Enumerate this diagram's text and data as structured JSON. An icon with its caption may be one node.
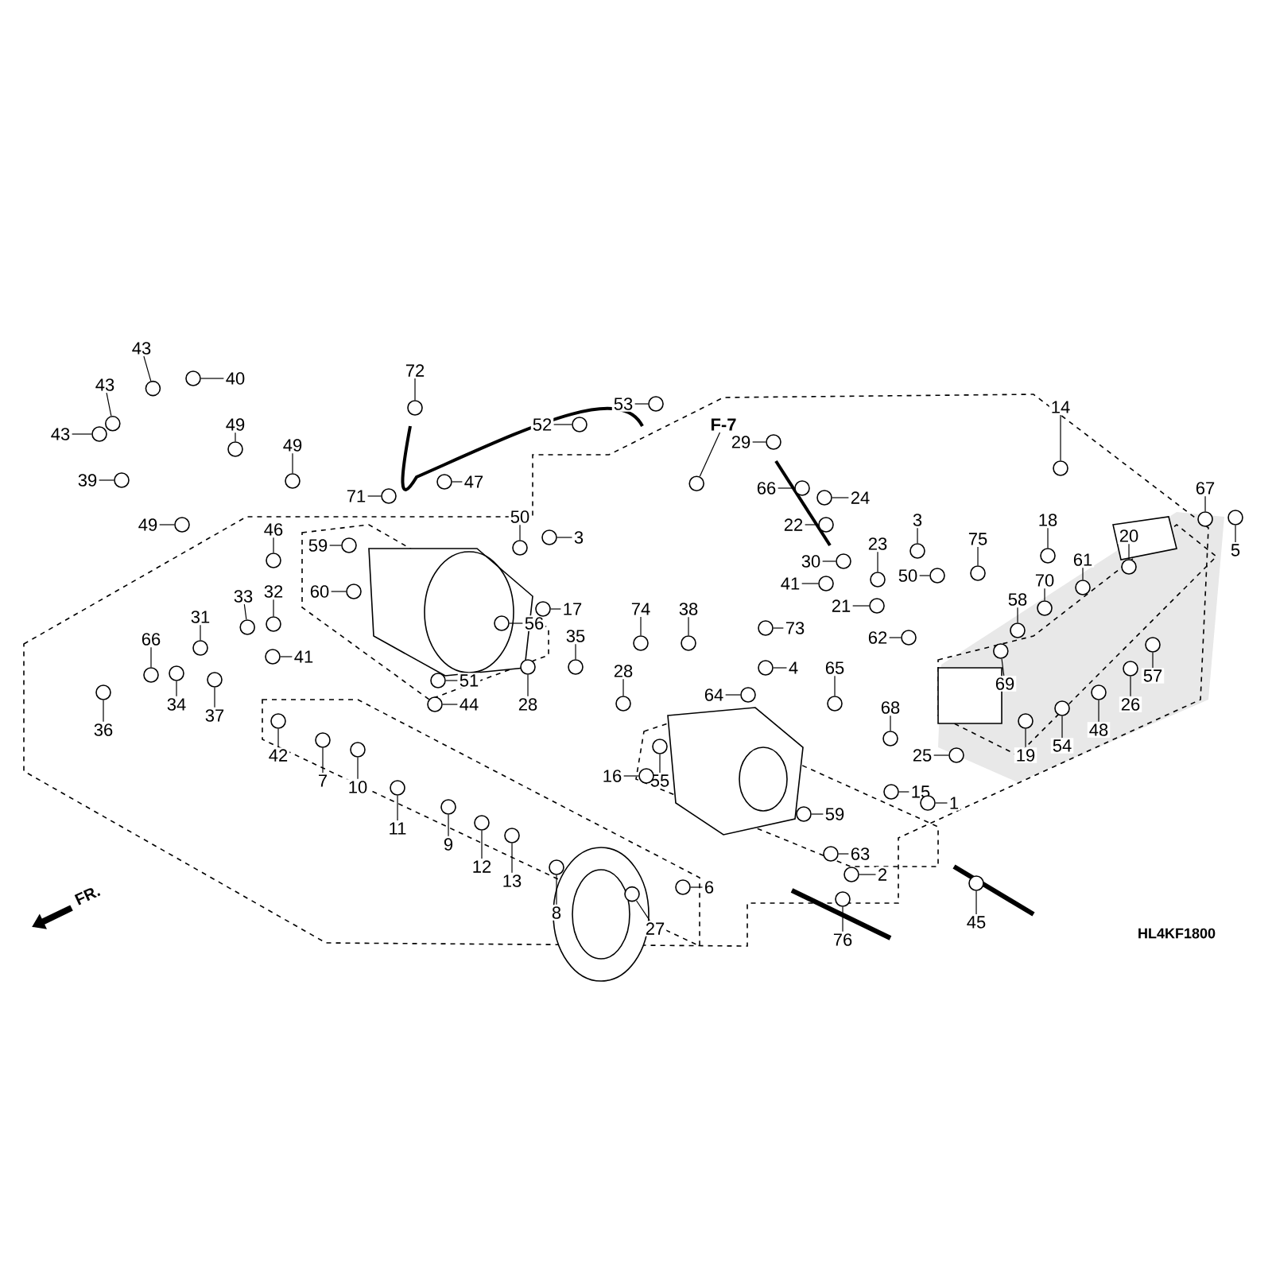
{
  "diagram": {
    "nodes": [
      {
        "text": [
          "43"
        ]
      },
      {
        "text": [
          "40"
        ]
      },
      {
        "text": [
          "43"
        ]
      },
      {
        "text": [
          "43"
        ]
      },
      {
        "text": [
          "72"
        ]
      },
      {
        "text": [
          "53"
        ]
      },
      {
        "text": [
          "52"
        ]
      },
      {
        "text": [
          "F-7"
        ]
      },
      {
        "text": [
          "49"
        ]
      },
      {
        "text": [
          "49"
        ]
      },
      {
        "text": [
          "39"
        ]
      },
      {
        "text": [
          "71"
        ]
      },
      {
        "text": [
          "47"
        ]
      },
      {
        "text": [
          "49"
        ]
      },
      {
        "text": [
          "46"
        ]
      },
      {
        "text": [
          "50"
        ]
      },
      {
        "text": [
          "3"
        ]
      },
      {
        "text": [
          "59"
        ]
      },
      {
        "text": [
          "60"
        ]
      },
      {
        "text": [
          "56"
        ]
      },
      {
        "text": [
          "17"
        ]
      },
      {
        "text": [
          "33"
        ]
      },
      {
        "text": [
          "32"
        ]
      },
      {
        "text": [
          "31"
        ]
      },
      {
        "text": [
          "66"
        ]
      },
      {
        "text": [
          "41"
        ]
      },
      {
        "text": [
          "35"
        ]
      },
      {
        "text": [
          "28"
        ]
      },
      {
        "text": [
          "28"
        ]
      },
      {
        "text": [
          "34"
        ]
      },
      {
        "text": [
          "37"
        ]
      },
      {
        "text": [
          "36"
        ]
      },
      {
        "text": [
          "51"
        ]
      },
      {
        "text": [
          "44"
        ]
      },
      {
        "text": [
          "42"
        ]
      },
      {
        "text": [
          "7"
        ]
      },
      {
        "text": [
          "10"
        ]
      },
      {
        "text": [
          "11"
        ]
      },
      {
        "text": [
          "9"
        ]
      },
      {
        "text": [
          "12"
        ]
      },
      {
        "text": [
          "13"
        ]
      },
      {
        "text": [
          "8"
        ]
      },
      {
        "text": [
          "27"
        ]
      },
      {
        "text": [
          "6"
        ]
      },
      {
        "text": [
          "74"
        ]
      },
      {
        "text": [
          "38"
        ]
      },
      {
        "text": [
          "73"
        ]
      },
      {
        "text": [
          "4"
        ]
      },
      {
        "text": [
          "64"
        ]
      },
      {
        "text": [
          "16"
        ]
      },
      {
        "text": [
          "55"
        ]
      },
      {
        "text": [
          "59"
        ]
      },
      {
        "text": [
          "65"
        ]
      },
      {
        "text": [
          "68"
        ]
      },
      {
        "text": [
          "15"
        ]
      },
      {
        "text": [
          "1"
        ]
      },
      {
        "text": [
          "63"
        ]
      },
      {
        "text": [
          "2"
        ]
      },
      {
        "text": [
          "76"
        ]
      },
      {
        "text": [
          "45"
        ]
      },
      {
        "text": [
          "29"
        ]
      },
      {
        "text": [
          "66"
        ]
      },
      {
        "text": [
          "24"
        ]
      },
      {
        "text": [
          "22"
        ]
      },
      {
        "text": [
          "23"
        ]
      },
      {
        "text": [
          "30"
        ]
      },
      {
        "text": [
          "41"
        ]
      },
      {
        "text": [
          "21"
        ]
      },
      {
        "text": [
          "3"
        ]
      },
      {
        "text": [
          "50"
        ]
      },
      {
        "text": [
          "75"
        ]
      },
      {
        "text": [
          "62"
        ]
      },
      {
        "text": [
          "14"
        ]
      },
      {
        "text": [
          "18"
        ]
      },
      {
        "text": [
          "20"
        ]
      },
      {
        "text": [
          "70"
        ]
      },
      {
        "text": [
          "61"
        ]
      },
      {
        "text": [
          "58"
        ]
      },
      {
        "text": [
          "67"
        ]
      },
      {
        "text": [
          "5"
        ]
      },
      {
        "text": [
          "69"
        ]
      },
      {
        "text": [
          "57"
        ]
      },
      {
        "text": [
          "26"
        ]
      },
      {
        "text": [
          "48"
        ]
      },
      {
        "text": [
          "54"
        ]
      },
      {
        "text": [
          "19"
        ]
      },
      {
        "text": [
          "25"
        ]
      },
      {
        "text": [],
        "shape": "circle"
      },
      {
        "text": [],
        "shape": "circle"
      },
      {
        "text": [],
        "shape": "circle"
      },
      {
        "text": [],
        "shape": "circle"
      },
      {
        "text": [],
        "shape": "circle"
      },
      {
        "text": [],
        "shape": "circle"
      },
      {
        "text": [],
        "shape": "circle"
      },
      {
        "text": [],
        "shape": "circle"
      },
      {
        "text": [],
        "shape": "circle"
      },
      {
        "text": [],
        "shape": "circle"
      },
      {
        "text": [],
        "shape": "circle"
      },
      {
        "text": [],
        "shape": "circle"
      },
      {
        "text": [],
        "shape": "circle"
      },
      {
        "text": [],
        "shape": "circle"
      },
      {
        "text": [],
        "shape": "circle"
      },
      {
        "text": [],
        "shape": "circle"
      },
      {
        "text": [],
        "shape": "circle"
      },
      {
        "text": [],
        "shape": "circle"
      },
      {
        "text": [],
        "shape": "circle"
      },
      {
        "text": [],
        "shape": "circle"
      },
      {
        "text": [],
        "shape": "circle"
      },
      {
        "text": [],
        "shape": "circle"
      },
      {
        "text": [],
        "shape": "circle"
      },
      {
        "text": [],
        "shape": "circle"
      },
      {
        "text": [],
        "shape": "circle"
      },
      {
        "text": [],
        "shape": "circle"
      },
      {
        "text": [],
        "shape": "circle"
      },
      {
        "text": [],
        "shape": "circle"
      },
      {
        "text": [],
        "shape": "circle"
      },
      {
        "text": [],
        "shape": "circle"
      },
      {
        "text": [],
        "shape": "circle"
      },
      {
        "text": [],
        "shape": "circle"
      },
      {
        "text": [],
        "shape": "circle"
      },
      {
        "text": [],
        "shape": "circle"
      },
      {
        "text": [],
        "shape": "circle"
      },
      {
        "text": [],
        "shape": "circle"
      },
      {
        "text": [],
        "shape": "circle"
      },
      {
        "text": [],
        "shape": "circle"
      },
      {
        "text": [],
        "shape": "circle"
      },
      {
        "text": [],
        "shape": "circle"
      },
      {
        "text": [],
        "shape": "circle"
      },
      {
        "text": [],
        "shape": "circle"
      },
      {
        "text": [],
        "shape": "circle"
      },
      {
        "text": [],
        "shape": "circle"
      },
      {
        "text": [],
        "shape": "circle"
      },
      {
        "text": [],
        "shape": "circle"
      },
      {
        "text": [],
        "shape": "circle"
      },
      {
        "text": [],
        "shape": "circle"
      },
      {
        "text": [],
        "shape": "circle"
      },
      {
        "text": [],
        "shape": "circle"
      },
      {
        "text": [],
        "shape": "circle"
      },
      {
        "text": [],
        "shape": "circle"
      },
      {
        "text": [],
        "shape": "circle"
      },
      {
        "text": [],
        "shape": "circle"
      },
      {
        "text": [],
        "shape": "circle"
      },
      {
        "text": [],
        "shape": "circle"
      },
      {
        "text": [],
        "shape": "circle"
      },
      {
        "text": [],
        "shape": "circle"
      },
      {
        "text": [],
        "shape": "circle"
      },
      {
        "text": [],
        "shape": "circle"
      },
      {
        "text": [],
        "shape": "circle"
      },
      {
        "text": [],
        "shape": "circle"
      },
      {
        "text": [],
        "shape": "circle"
      },
      {
        "text": [],
        "shape": "circle"
      },
      {
        "text": [],
        "shape": "circle"
      },
      {
        "text": [],
        "shape": "circle"
      },
      {
        "text": [],
        "shape": "circle"
      },
      {
        "text": [],
        "shape": "circle"
      },
      {
        "text": [],
        "shape": "circle"
      },
      {
        "text": [],
        "shape": "circle"
      },
      {
        "text": [],
        "shape": "circle"
      },
      {
        "text": [],
        "shape": "circle"
      },
      {
        "text": [],
        "shape": "circle"
      },
      {
        "text": [],
        "shape": "circle"
      },
      {
        "text": [],
        "shape": "circle"
      },
      {
        "text": [],
        "shape": "circle"
      },
      {
        "text": [],
        "shape": "circle"
      },
      {
        "text": [],
        "shape": "circle"
      },
      {
        "text": [],
        "shape": "circle"
      },
      {
        "text": [],
        "shape": "circle"
      },
      {
        "text": [],
        "shape": "circle"
      },
      {
        "text": [],
        "shape": "circle"
      },
      {
        "text": [],
        "shape": "circle"
      },
      {
        "text": [],
        "shape": "circle"
      },
      {
        "text": [],
        "shape": "circle"
      },
      {
        "text": [],
        "shape": "circle"
      },
      {
        "text": [],
        "shape": "circle"
      }
    ],
    "edges": [
      {
        "from": 0,
        "to": 87,
        "arrow": "none"
      },
      {
        "from": 1,
        "to": 88,
        "arrow": "none"
      },
      {
        "from": 2,
        "to": 89,
        "arrow": "none"
      },
      {
        "from": 3,
        "to": 90,
        "arrow": "none"
      },
      {
        "from": 4,
        "to": 91,
        "arrow": "none"
      },
      {
        "from": 5,
        "to": 92,
        "arrow": "none"
      },
      {
        "from": 6,
        "to": 93,
        "arrow": "none"
      },
      {
        "from": 7,
        "to": 94,
        "arrow": "none"
      },
      {
        "from": 8,
        "to": 95,
        "arrow": "none"
      },
      {
        "from": 9,
        "to": 96,
        "arrow": "none"
      },
      {
        "from": 10,
        "to": 97,
        "arrow": "none"
      },
      {
        "from": 11,
        "to": 98,
        "arrow": "none"
      },
      {
        "from": 12,
        "to": 99,
        "arrow": "none"
      },
      {
        "from": 13,
        "to": 100,
        "arrow": "none"
      },
      {
        "from": 14,
        "to": 101,
        "arrow": "none"
      },
      {
        "from": 15,
        "to": 102,
        "arrow": "none"
      },
      {
        "from": 16,
        "to": 103,
        "arrow": "none"
      },
      {
        "from": 17,
        "to": 104,
        "arrow": "none"
      },
      {
        "from": 18,
        "to": 105,
        "arrow": "none"
      },
      {
        "from": 19,
        "to": 106,
        "arrow": "none"
      },
      {
        "from": 20,
        "to": 107,
        "arrow": "none"
      },
      {
        "from": 21,
        "to": 108,
        "arrow": "none"
      },
      {
        "from": 22,
        "to": 109,
        "arrow": "none"
      },
      {
        "from": 23,
        "to": 110,
        "arrow": "none"
      },
      {
        "from": 24,
        "to": 111,
        "arrow": "none"
      },
      {
        "from": 25,
        "to": 112,
        "arrow": "none"
      },
      {
        "from": 26,
        "to": 113,
        "arrow": "none"
      },
      {
        "from": 27,
        "to": 114,
        "arrow": "none"
      },
      {
        "from": 28,
        "to": 115,
        "arrow": "none"
      },
      {
        "from": 29,
        "to": 116,
        "arrow": "none"
      },
      {
        "from": 30,
        "to": 117,
        "arrow": "none"
      },
      {
        "from": 31,
        "to": 118,
        "arrow": "none"
      },
      {
        "from": 32,
        "to": 119,
        "arrow": "none"
      },
      {
        "from": 33,
        "to": 120,
        "arrow": "none"
      },
      {
        "from": 34,
        "to": 121,
        "arrow": "none"
      },
      {
        "from": 35,
        "to": 122,
        "arrow": "none"
      },
      {
        "from": 36,
        "to": 123,
        "arrow": "none"
      },
      {
        "from": 37,
        "to": 124,
        "arrow": "none"
      },
      {
        "from": 38,
        "to": 125,
        "arrow": "none"
      },
      {
        "from": 39,
        "to": 126,
        "arrow": "none"
      },
      {
        "from": 40,
        "to": 127,
        "arrow": "none"
      },
      {
        "from": 41,
        "to": 128,
        "arrow": "none"
      },
      {
        "from": 42,
        "to": 129,
        "arrow": "none"
      },
      {
        "from": 43,
        "to": 130,
        "arrow": "none"
      },
      {
        "from": 44,
        "to": 131,
        "arrow": "none"
      },
      {
        "from": 45,
        "to": 132,
        "arrow": "none"
      },
      {
        "from": 46,
        "to": 133,
        "arrow": "none"
      },
      {
        "from": 47,
        "to": 134,
        "arrow": "none"
      },
      {
        "from": 48,
        "to": 135,
        "arrow": "none"
      },
      {
        "from": 49,
        "to": 136,
        "arrow": "none"
      },
      {
        "from": 50,
        "to": 137,
        "arrow": "none"
      },
      {
        "from": 51,
        "to": 138,
        "arrow": "none"
      },
      {
        "from": 52,
        "to": 139,
        "arrow": "none"
      },
      {
        "from": 53,
        "to": 140,
        "arrow": "none"
      },
      {
        "from": 54,
        "to": 141,
        "arrow": "none"
      },
      {
        "from": 55,
        "to": 142,
        "arrow": "none"
      },
      {
        "from": 56,
        "to": 143,
        "arrow": "none"
      },
      {
        "from": 57,
        "to": 144,
        "arrow": "none"
      },
      {
        "from": 58,
        "to": 145,
        "arrow": "none"
      },
      {
        "from": 59,
        "to": 146,
        "arrow": "none"
      },
      {
        "from": 60,
        "to": 147,
        "arrow": "none"
      },
      {
        "from": 61,
        "to": 148,
        "arrow": "none"
      },
      {
        "from": 62,
        "to": 149,
        "arrow": "none"
      },
      {
        "from": 63,
        "to": 150,
        "arrow": "none"
      },
      {
        "from": 64,
        "to": 151,
        "arrow": "none"
      },
      {
        "from": 65,
        "to": 152,
        "arrow": "none"
      },
      {
        "from": 66,
        "to": 153,
        "arrow": "none"
      },
      {
        "from": 67,
        "to": 154,
        "arrow": "none"
      },
      {
        "from": 68,
        "to": 155,
        "arrow": "none"
      },
      {
        "from": 69,
        "to": 156,
        "arrow": "none"
      },
      {
        "from": 70,
        "to": 157,
        "arrow": "none"
      },
      {
        "from": 71,
        "to": 158,
        "arrow": "none"
      },
      {
        "from": 72,
        "to": 159,
        "arrow": "none"
      },
      {
        "from": 73,
        "to": 160,
        "arrow": "none"
      },
      {
        "from": 74,
        "to": 161,
        "arrow": "none"
      },
      {
        "from": 75,
        "to": 162,
        "arrow": "none"
      },
      {
        "from": 76,
        "to": 163,
        "arrow": "none"
      },
      {
        "from": 77,
        "to": 164,
        "arrow": "none"
      },
      {
        "from": 78,
        "to": 165,
        "arrow": "none"
      },
      {
        "from": 79,
        "to": 166,
        "arrow": "none"
      },
      {
        "from": 80,
        "to": 167,
        "arrow": "none"
      },
      {
        "from": 81,
        "to": 168,
        "arrow": "none"
      },
      {
        "from": 82,
        "to": 169,
        "arrow": "none"
      },
      {
        "from": 83,
        "to": 170,
        "arrow": "none"
      },
      {
        "from": 84,
        "to": 171,
        "arrow": "none"
      },
      {
        "from": 85,
        "to": 172,
        "arrow": "none"
      },
      {
        "from": 86,
        "to": 173,
        "arrow": "none"
      }
    ],
    "labels": [
      "FR.",
      "HL4KF1800"
    ]
  }
}
